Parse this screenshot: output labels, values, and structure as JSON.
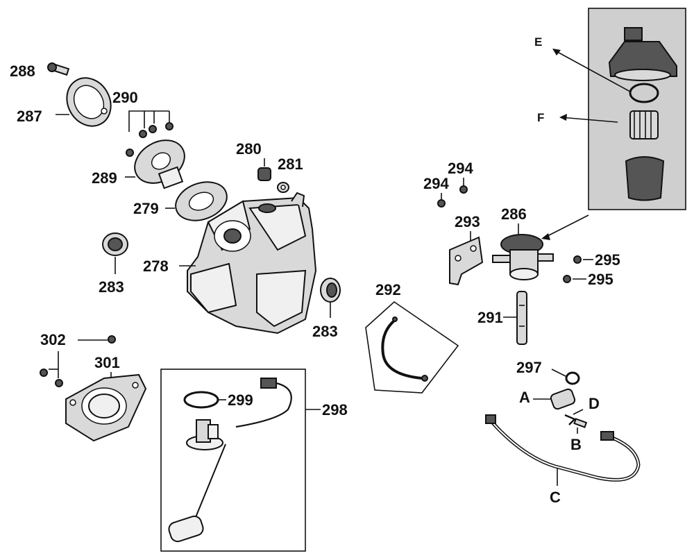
{
  "labels": {
    "p288": "288",
    "p287": "287",
    "p290": "290",
    "p289": "289",
    "p280": "280",
    "p281": "281",
    "p279": "279",
    "p283a": "283",
    "p278": "278",
    "p283b": "283",
    "p302": "302",
    "p301": "301",
    "p299": "299",
    "p298": "298",
    "p292": "292",
    "p294a": "294",
    "p294b": "294",
    "p293": "293",
    "p286": "286",
    "p295a": "295",
    "p295b": "295",
    "p291": "291",
    "p297": "297",
    "lA": "A",
    "lB": "B",
    "lC": "C",
    "lD": "D",
    "lE": "E",
    "lF": "F"
  }
}
